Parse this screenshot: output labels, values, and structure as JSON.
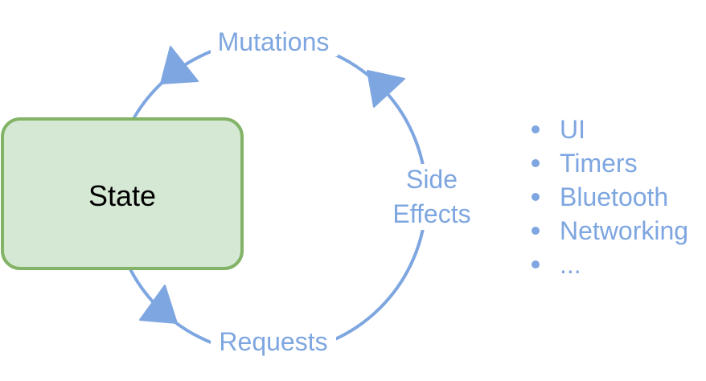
{
  "state": {
    "label": "State"
  },
  "cycle": {
    "top_label": "Mutations",
    "side_label_line1": "Side",
    "side_label_line2": "Effects",
    "bottom_label": "Requests"
  },
  "side_effects_list": {
    "items": [
      "UI",
      "Timers",
      "Bluetooth",
      "Networking",
      "..."
    ]
  },
  "colors": {
    "arc": "#7ea6e0",
    "state_fill": "#d5e8d4",
    "state_border": "#82b366"
  }
}
